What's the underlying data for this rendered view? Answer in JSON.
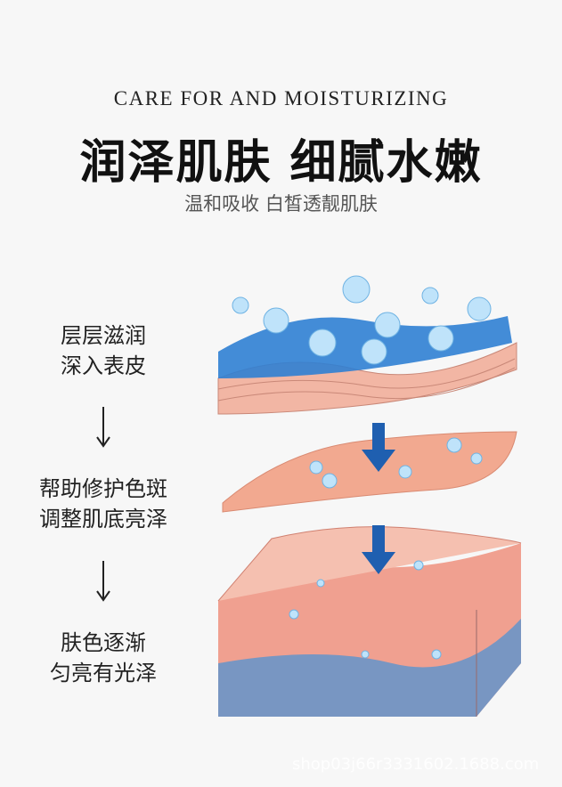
{
  "header": {
    "eyebrow": "CARE FOR AND MOISTURIZING",
    "title": "润泽肌肤 细腻水嫩",
    "subtitle": "温和吸收 白皙透靓肌肤"
  },
  "steps": [
    {
      "line1": "层层滋润",
      "line2": "深入表皮"
    },
    {
      "line1": "帮助修护色斑",
      "line2": "调整肌底亮泽"
    },
    {
      "line1": "肤色逐渐",
      "line2": "匀亮有光泽"
    }
  ],
  "colors": {
    "water": "#2f7fd3",
    "skin": "#f0a090",
    "arrow": "#1f5fb0"
  },
  "watermark": "shop03j66r3331602.1688.com"
}
